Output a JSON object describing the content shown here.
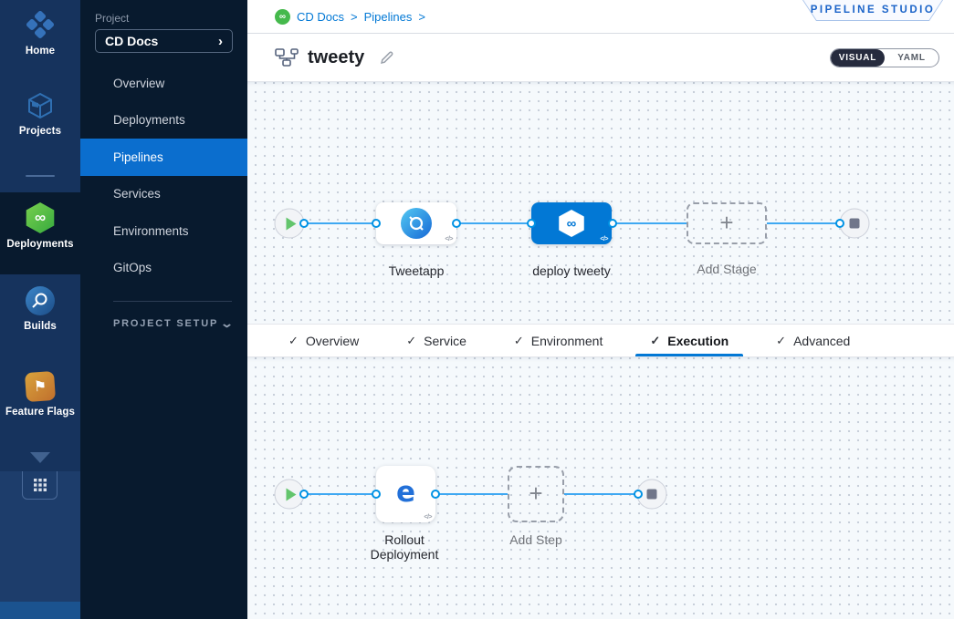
{
  "colors": {
    "accent": "#0278d5",
    "link_line": "#3ea8f2",
    "connector_ring": "#0092e4",
    "rail_bg": "#16335d",
    "sidebar_bg": "#081a2e",
    "selected_item_bg": "#0b6ece",
    "deploy_green": "#45b94c",
    "canvas_bg": "#f5f9fc"
  },
  "glyphs": {
    "check": "✓",
    "plus": "+",
    "infinity": "∞",
    "code": "</>",
    "chevron_right": "›",
    "chevron_down": "⌄",
    "crumb_sep": ">",
    "flag": "⚑",
    "rollout_e": "e"
  },
  "rail": {
    "items": [
      {
        "label": "Home"
      },
      {
        "label": "Projects"
      },
      {
        "label": "Deployments",
        "selected": true
      },
      {
        "label": "Builds"
      },
      {
        "label": "Feature Flags"
      }
    ]
  },
  "project_sidebar": {
    "section_label": "Project",
    "project_name": "CD Docs",
    "items": [
      {
        "label": "Overview"
      },
      {
        "label": "Deployments"
      },
      {
        "label": "Pipelines",
        "selected": true
      },
      {
        "label": "Services"
      },
      {
        "label": "Environments"
      },
      {
        "label": "GitOps"
      }
    ],
    "setup_label": "PROJECT SETUP"
  },
  "header": {
    "breadcrumb": {
      "crumb1": "CD Docs",
      "crumb2": "Pipelines"
    },
    "badge": "PIPELINE STUDIO",
    "title": "tweety",
    "toggle": {
      "visual": "VISUAL",
      "yaml": "YAML"
    }
  },
  "stage_canvas": {
    "stages": [
      {
        "label": "Tweetapp"
      },
      {
        "label": "deploy tweety",
        "selected": true
      }
    ],
    "add_stage_label": "Add Stage"
  },
  "tabs": {
    "items": [
      {
        "label": "Overview"
      },
      {
        "label": "Service"
      },
      {
        "label": "Environment"
      },
      {
        "label": "Execution",
        "selected": true
      },
      {
        "label": "Advanced"
      }
    ]
  },
  "execution_canvas": {
    "step_label": "Rollout Deployment",
    "add_step_label": "Add Step"
  }
}
